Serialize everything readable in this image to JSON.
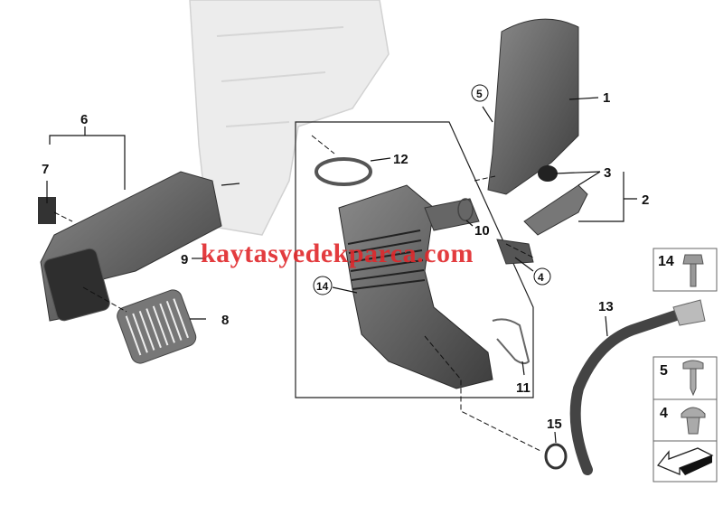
{
  "watermark": "kaytasyedekparca.com",
  "callouts": {
    "c1": "1",
    "c2": "2",
    "c3": "3",
    "c4": "4",
    "c5": "5",
    "c6": "6",
    "c7": "7",
    "c8": "8",
    "c9": "9",
    "c10": "10",
    "c11": "11",
    "c12": "12",
    "c13": "13",
    "c14": "14",
    "c15": "15"
  },
  "legend_boxes": {
    "b14": "14",
    "b5": "5",
    "b4": "4"
  },
  "colors": {
    "part_dark": "#4a4a4a",
    "part_mid": "#7a7a7a",
    "ghost": "#e6e6e6",
    "watermark": "#e0282b"
  }
}
